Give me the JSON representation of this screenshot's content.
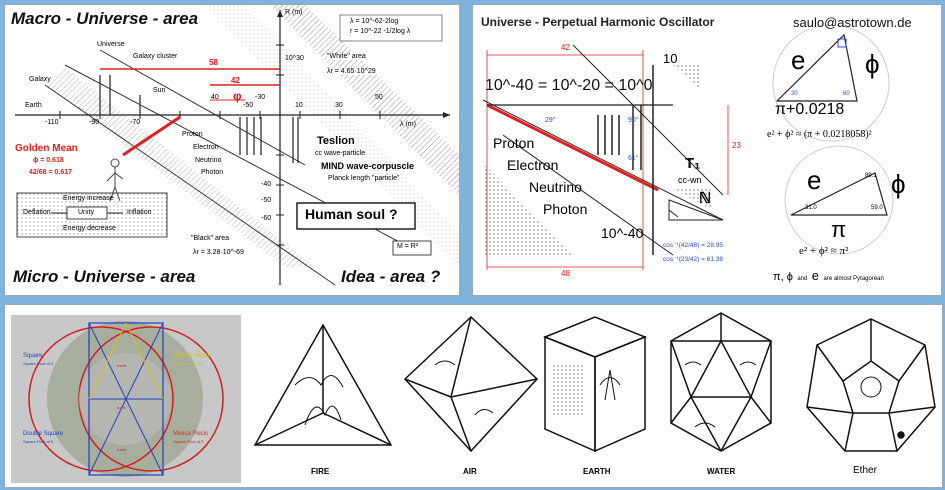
{
  "macro_panel": {
    "title_top": "Macro - Universe - area",
    "title_bottom_left": "Micro - Universe - area",
    "title_bottom_right": "Idea - area ?",
    "axis_r": "R (m)",
    "axis_lambda": "λ (m)",
    "formula_1": "λ = 10^-62-2log",
    "formula_2": "r = 10^-22 -1/2log λ",
    "labels": {
      "universe": "Universe",
      "galaxy_cluster": "Galaxy cluster",
      "galaxy": "Galaxy",
      "sun": "Sun",
      "earth": "Earth",
      "proton": "Proton",
      "electron": "Electron",
      "neutrino": "Neutrino",
      "photon": "Photon",
      "teslion": "Teslion",
      "cc_wave": "cc wave-particle",
      "mind_wave": "MIND wave-corpuscle",
      "planck": "Planck length \"particle\"",
      "white_area": "\"White\" area",
      "white_area_val": "λr = 4.65·10^29",
      "black_area": "\"Black\" area",
      "black_area_val": "λr = 3.28·10^-69",
      "m_r": "M = R²"
    },
    "ticks": {
      "n110": "-110",
      "n90": "-90",
      "n70": "-70",
      "n50": "-50",
      "n30": "-30",
      "p10": "10",
      "p30": "30",
      "p50": "50",
      "r30": "10^30",
      "r_n40": "-40",
      "r_n50": "-50",
      "r_n60": "-60",
      "val58": "58",
      "val42": "42",
      "val40": "40",
      "phi": "φ"
    },
    "golden": {
      "title": "Golden Mean",
      "phi": "ϕ = 0.618",
      "ratio": "42/68 = 0.617"
    },
    "energy": {
      "inc": "Energy increase",
      "dec": "Energy decrease",
      "deflation": "Deflation",
      "unity": "Unity",
      "inflation": "Inflation"
    },
    "human_soul": "Human soul ?"
  },
  "oscillator_panel": {
    "title": "Universe - Perpetual Harmonic Oscillator",
    "email": "saulo@astrotown.de",
    "top_label": "42",
    "bottom_label": "48",
    "right_label": "23",
    "equation": "10^-40 = 10^-20 = 10^0",
    "p10": "10",
    "m40": "10^-40",
    "angle_29": "29°",
    "angle_90": "90°",
    "angle_61": "61°",
    "proton": "Proton",
    "electron": "Electron",
    "neutrino": "Neutrino",
    "photon": "Photon",
    "t1": "T₁",
    "cc": "cc-wn",
    "n": "ℕ",
    "cos1": "cos⁻¹(42/48) = 28.95",
    "cos2": "cos⁻¹(23/42) = 61.38",
    "tri1": {
      "e": "e",
      "phi": "ϕ",
      "pi": "π+0.0218",
      "a1": "30",
      "a2": "60",
      "eq": "e² + ϕ² ≈ (π + 0.0218058)²"
    },
    "tri2": {
      "e": "e",
      "phi": "ϕ",
      "pi": "π",
      "a1": "31.0",
      "a2": "59.0",
      "a3": "89.1",
      "eq": "e² + ϕ² ≈ π²",
      "note_pi": "π, ϕ",
      "note_and": "and",
      "note_e": "e",
      "note_rest": "are almost Pytagorean"
    }
  },
  "bottom_panel": {
    "venn": {
      "square": "Square",
      "square_sub": "Square Root of 2",
      "double_square": "Double Square",
      "double_sub": "Square Root of 5",
      "golden": "Golden Mean",
      "golden_sub": "Square Root of 5",
      "vesica": "Vesica Piscis",
      "vesica_sub": "Square Root of 3",
      "c1": "earth",
      "c2": "earth",
      "c3": "earth"
    },
    "solids": [
      {
        "label": "FIRE"
      },
      {
        "label": "AIR"
      },
      {
        "label": "EARTH"
      },
      {
        "label": "WATER"
      },
      {
        "label": "Ether"
      }
    ]
  },
  "colors": {
    "accent_red": "#e02020",
    "blue": "#2b4fd8",
    "panel_bg": "#7fb2dc"
  }
}
